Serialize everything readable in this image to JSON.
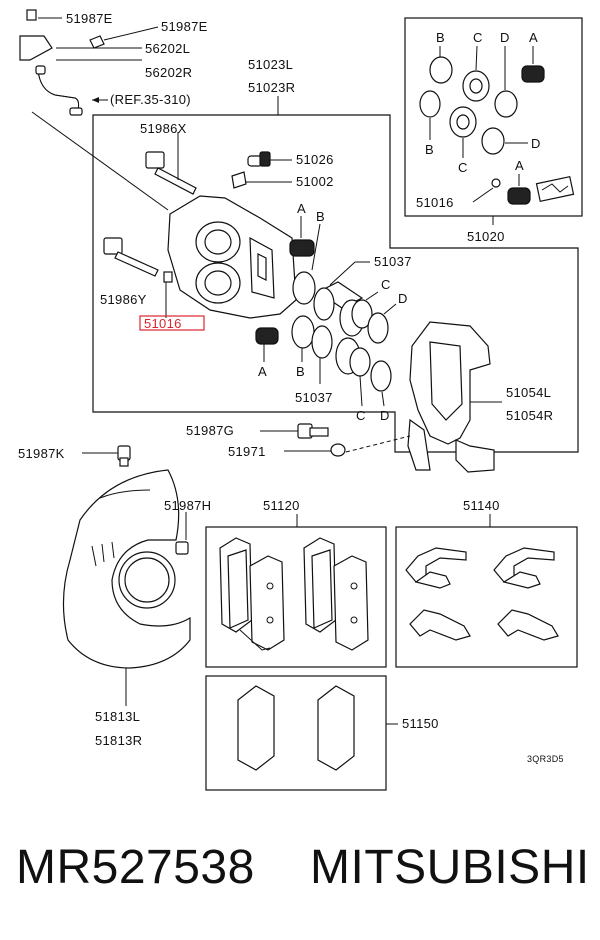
{
  "labels": {
    "l51987E_a": "51987E",
    "l51987E_b": "51987E",
    "l56202L": "56202L",
    "l56202R": "56202R",
    "ref": "(REF.35-310)",
    "l51023L": "51023L",
    "l51023R": "51023R",
    "l51986X": "51986X",
    "l51026": "51026",
    "l51002": "51002",
    "l51986Y": "51986Y",
    "l51016_hl": "51016",
    "l51037_a": "51037",
    "l51037_b": "51037",
    "l51054L": "51054L",
    "l51054R": "51054R",
    "l51987G": "51987G",
    "l51971": "51971",
    "l51987K": "51987K",
    "l51987H": "51987H",
    "l51120": "51120",
    "l51140": "51140",
    "l51813L": "51813L",
    "l51813R": "51813R",
    "l51150": "51150",
    "l51016_box": "51016",
    "l51020": "51020",
    "code": "3QR3D5",
    "A1": "A",
    "B1": "B",
    "A2": "A",
    "B2": "B",
    "C1": "C",
    "D1": "D",
    "C2": "C",
    "D2": "D",
    "kB1": "B",
    "kC1": "C",
    "kD1": "D",
    "kA1": "A",
    "kB2": "B",
    "kC2": "C",
    "kD2": "D",
    "kA2": "A"
  },
  "caption": {
    "part_number": "MR527538",
    "brand": "MITSUBISHI"
  },
  "colors": {
    "highlight": "#d8262e",
    "line": "#111111"
  }
}
